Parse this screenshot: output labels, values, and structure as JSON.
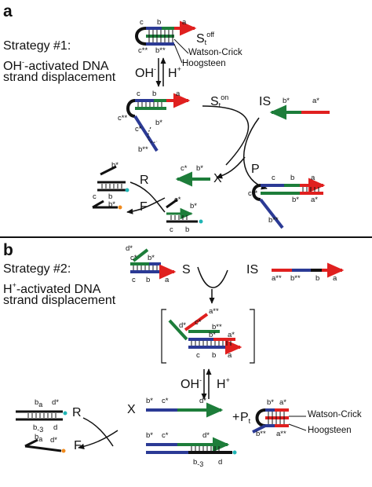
{
  "panel_a": {
    "letter": "a",
    "strategy_title": "Strategy #1:",
    "strategy_line2_pre": "OH",
    "strategy_line2_sup": "-",
    "strategy_line2_post": "-activated DNA",
    "strategy_line3": "strand displacement",
    "s_off_main": "S",
    "s_off_sub": "t",
    "s_off_sup": "off",
    "watson_crick": "Watson-Crick",
    "hoogsteen": "Hoogsteen",
    "oh": "OH",
    "oh_sup": "-",
    "h": "H",
    "h_sup": "+",
    "s_on_main": "S",
    "s_on_sub": "t",
    "s_on_sup": "on",
    "is": "IS",
    "r": "R",
    "f": "F",
    "x": "X",
    "p": "P",
    "labels": {
      "c": "c",
      "b": "b",
      "a": "a",
      "c_star_star": "c**",
      "b_star_star": "b**",
      "c_star": "c*",
      "b_star": "b*",
      "a_star": "a*"
    }
  },
  "panel_b": {
    "letter": "b",
    "strategy_title": "Strategy #2:",
    "strategy_line2_pre": "H",
    "strategy_line2_sup": "+",
    "strategy_line2_post": "-activated DNA",
    "strategy_line3": "strand displacement",
    "s": "S",
    "is": "IS",
    "oh": "OH",
    "oh_sup": "-",
    "h": "H",
    "h_sup": "+",
    "plus": "+",
    "pt_main": "P",
    "pt_sub": "t",
    "r": "R",
    "f": "F",
    "x": "X",
    "watson_crick": "Watson-Crick",
    "hoogsteen": "Hoogsteen",
    "labels": {
      "d_star": "d*",
      "c_star": "c*",
      "b_star": "b*",
      "a_star": "a*",
      "c": "c",
      "b": "b",
      "a": "a",
      "d": "d",
      "a_star_star": "a**",
      "b_star_star": "b**",
      "b_subscript_marker": "b",
      "b_sub_1": "a",
      "b_sub_2": "-3",
      "b_sub_3": "-3",
      "b_star_star_lower": "b**"
    }
  },
  "colors": {
    "red": "#e0201f",
    "blue": "#2b3a95",
    "green": "#1d7d3a",
    "black": "#111111",
    "cyan": "#20b5b5",
    "orange": "#f08a1c"
  }
}
